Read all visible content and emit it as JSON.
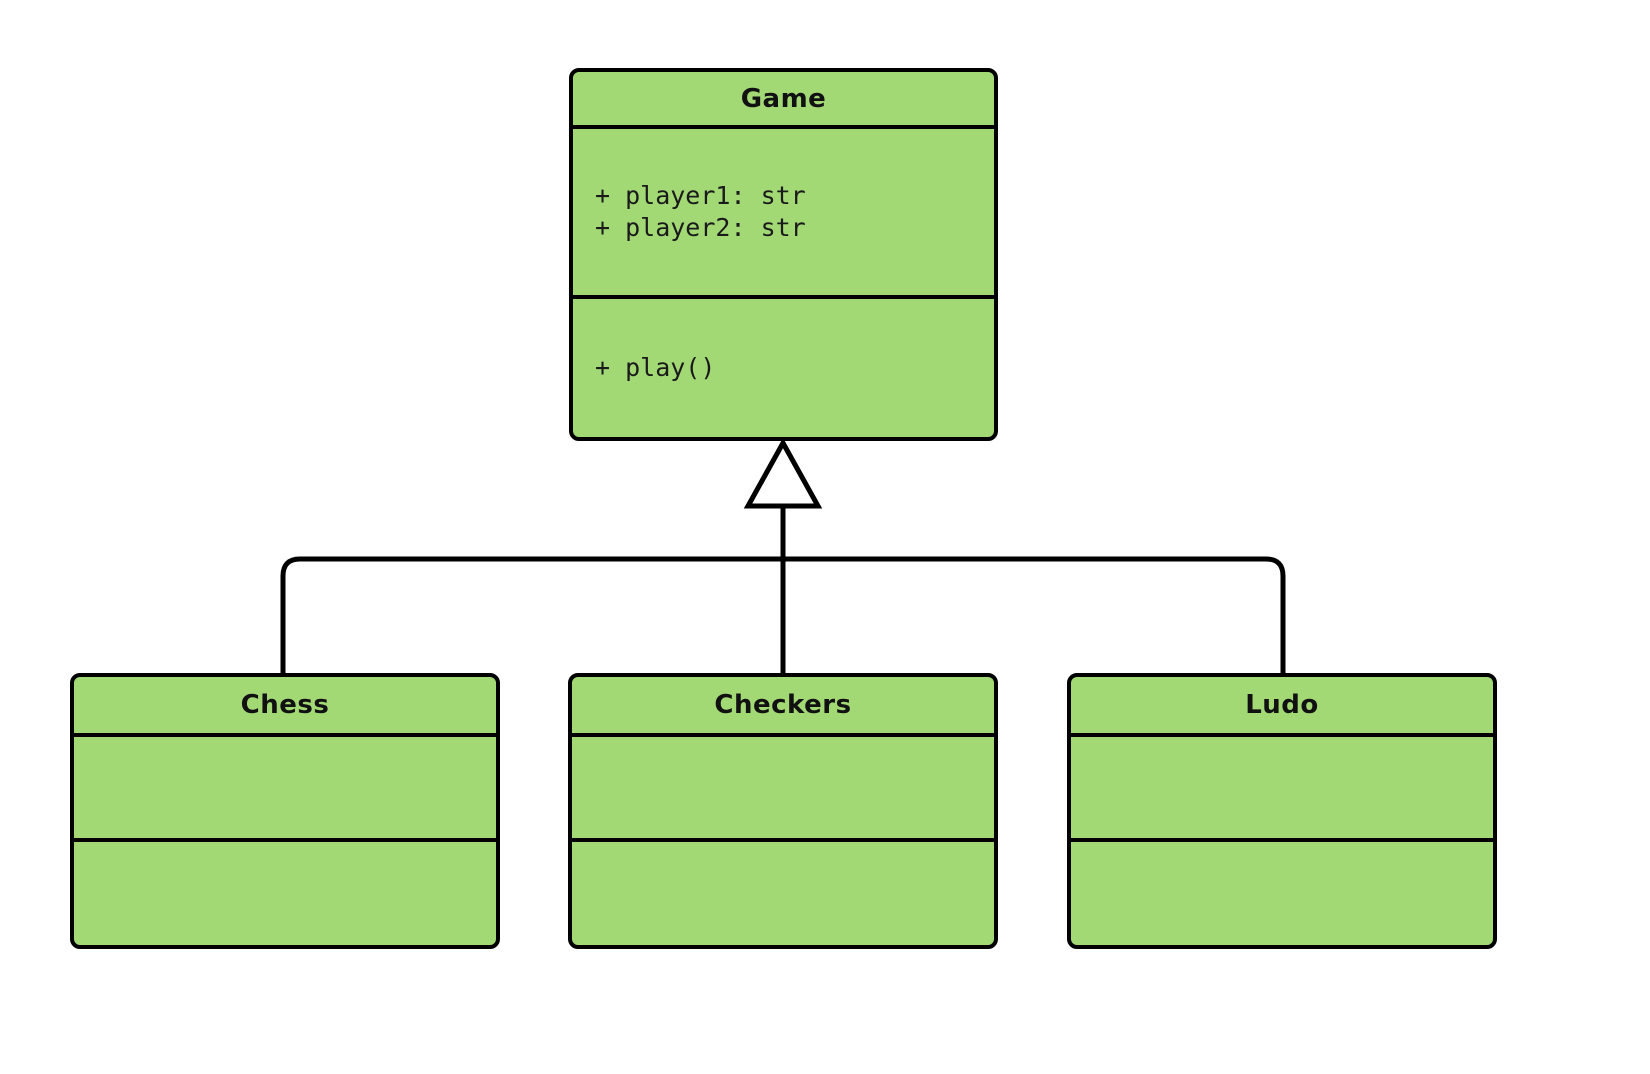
{
  "diagram": {
    "kind": "uml-class-diagram",
    "relationship": "generalization",
    "background_color": "#ffffff",
    "class_fill_color": "#a2d975",
    "class_border_color": "#000000",
    "connector_color": "#000000"
  },
  "parent": {
    "name": "Game",
    "attributes": [
      "+ player1: str",
      "+ player2: str"
    ],
    "methods": [
      "+ play()"
    ]
  },
  "children": [
    {
      "name": "Chess",
      "attributes": [],
      "methods": []
    },
    {
      "name": "Checkers",
      "attributes": [],
      "methods": []
    },
    {
      "name": "Ludo",
      "attributes": [],
      "methods": []
    }
  ]
}
